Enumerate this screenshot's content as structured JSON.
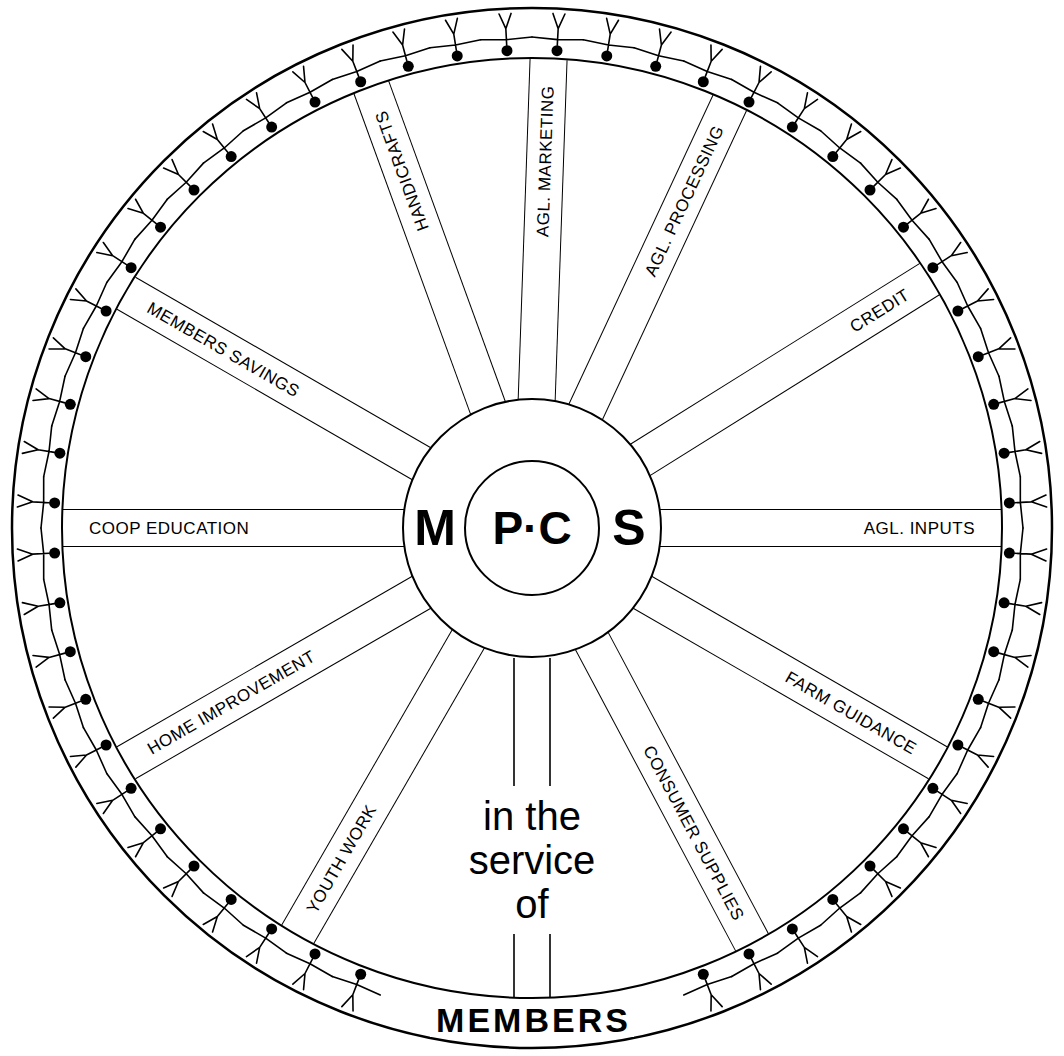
{
  "diagram": {
    "nodes": [
      {
        "text": [
          "MEMBERS"
        ]
      },
      {
        "text": [
          "M",
          "S"
        ],
        "in": 0
      },
      {
        "text": [
          "P·C"
        ],
        "in": 1
      },
      {
        "text": [
          "HANDICRAFTS"
        ],
        "in": 0
      },
      {
        "text": [
          "AGL. MARKETING"
        ],
        "in": 0
      },
      {
        "text": [
          "AGL. PROCESSING"
        ],
        "in": 0
      },
      {
        "text": [
          "CREDIT"
        ],
        "in": 0
      },
      {
        "text": [
          "AGL. INPUTS"
        ],
        "in": 0
      },
      {
        "text": [
          "FARM GUIDANCE"
        ],
        "in": 0
      },
      {
        "text": [
          "CONSUMER SUPPLIES"
        ],
        "in": 0
      },
      {
        "text": [
          "in the service of"
        ],
        "in": 0
      },
      {
        "text": [
          "YOUTH WORK"
        ],
        "in": 0
      },
      {
        "text": [
          "HOME IMPROVEMENT"
        ],
        "in": 0
      },
      {
        "text": [
          "COOP EDUCATION"
        ],
        "in": 0
      },
      {
        "text": [
          "MEMBERS SAVINGS"
        ],
        "in": 0
      }
    ]
  }
}
